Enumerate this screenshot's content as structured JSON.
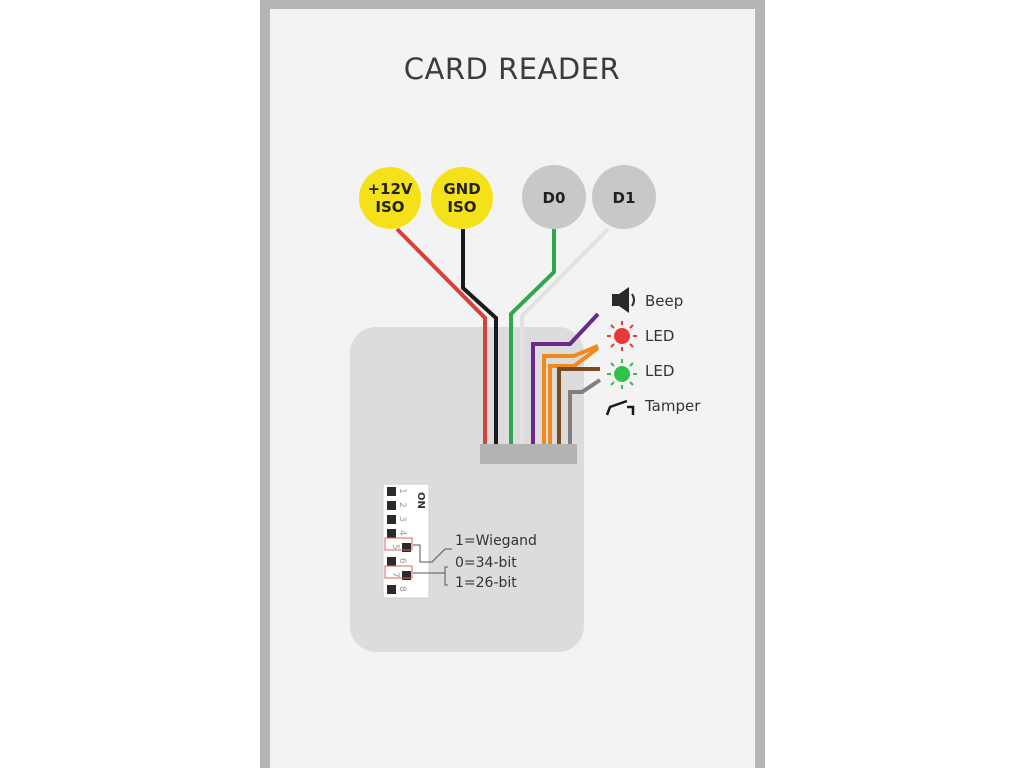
{
  "title": "CARD READER",
  "terminals": {
    "vcc": {
      "line1": "+12V",
      "line2": "ISO"
    },
    "gnd": {
      "line1": "GND",
      "line2": "ISO"
    },
    "d0": "D0",
    "d1": "D1"
  },
  "outputs": {
    "beep": "Beep",
    "led_red": "LED",
    "led_green": "LED",
    "tamper": "Tamper"
  },
  "dip": {
    "on_label": "ON",
    "switches": [
      "1",
      "2",
      "3",
      "4",
      "5",
      "6",
      "7",
      "8"
    ],
    "notes": {
      "wiegand": "1=Wiegand",
      "bit34": "0=34-bit",
      "bit26": "1=26-bit"
    }
  },
  "colors": {
    "power_terminal": "#f5e11a",
    "data_terminal": "#c8c8c8",
    "wire_red": "#d8403a",
    "wire_black": "#1a1a1a",
    "wire_green": "#2ea84a",
    "wire_white": "#e6e6e6",
    "wire_purple": "#6a2a8a",
    "wire_orange": "#f08a1c",
    "wire_brown": "#7a4a22",
    "wire_gray": "#7f7f7f",
    "led_red": "#e63a3a",
    "led_green": "#2fc24a"
  }
}
